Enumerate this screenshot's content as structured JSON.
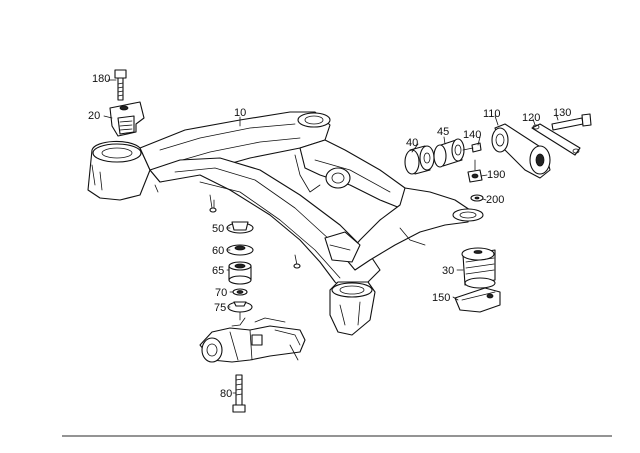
{
  "labels": {
    "p10": "10",
    "p20": "20",
    "p30": "30",
    "p40": "40",
    "p45": "45",
    "p50": "50",
    "p60": "60",
    "p65": "65",
    "p70": "70",
    "p75": "75",
    "p80": "80",
    "p110": "110",
    "p120": "120",
    "p130": "130",
    "p140": "140",
    "p150": "150",
    "p180": "180",
    "p190": "190",
    "p200": "200"
  }
}
